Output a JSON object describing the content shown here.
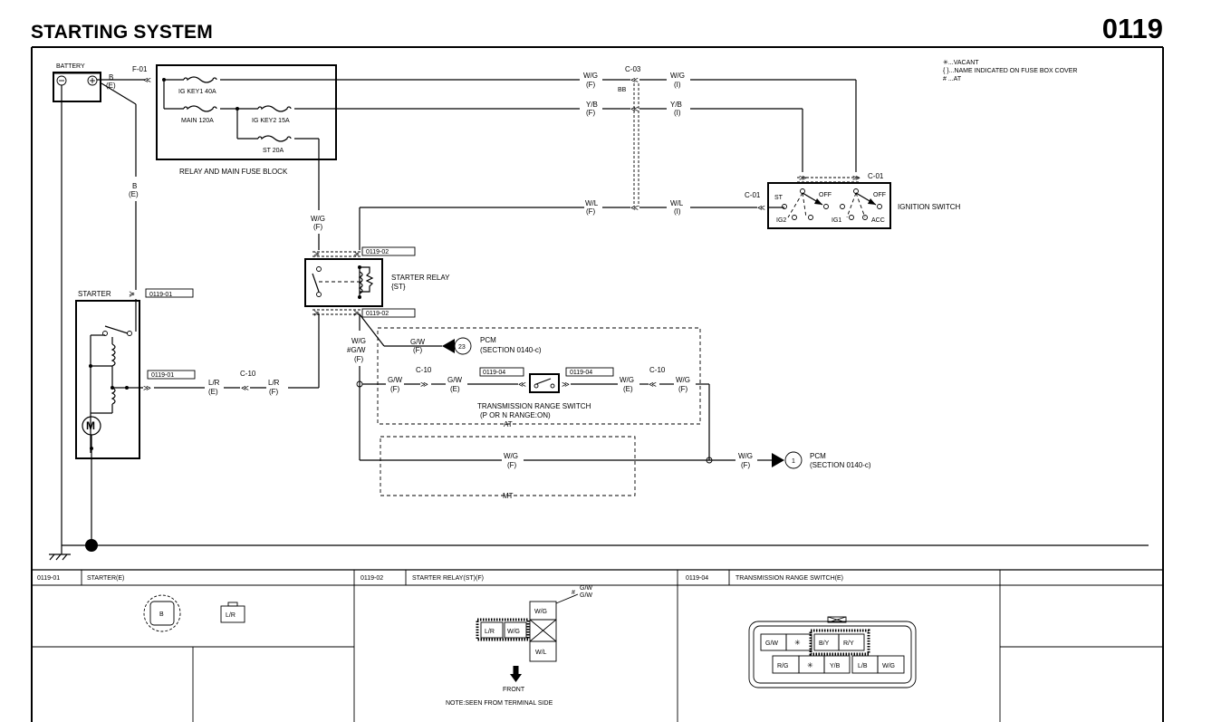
{
  "header": {
    "title": "STARTING SYSTEM",
    "page_number": "0119"
  },
  "legend": {
    "vacant": "✳...VACANT",
    "name": "{ }...NAME INDICATED ON FUSE BOX COVER",
    "at": "# ...AT"
  },
  "components": {
    "battery": "BATTERY",
    "fuse_block": "RELAY AND MAIN FUSE BLOCK",
    "starter": "STARTER",
    "starter_relay": "STARTER RELAY",
    "starter_relay_name": "{ST}",
    "ignition_switch": "IGNITION SWITCH",
    "trs": "TRANSMISSION RANGE SWITCH",
    "trs_note": "(P OR N RANGE:ON)",
    "pcm": "PCM",
    "pcm_section": "(SECTION 0140-c)",
    "pcm1_num": "1",
    "pcm23_num": "23",
    "motor": "M",
    "at_label": "AT",
    "mt_label": "MT"
  },
  "fuses": {
    "ig_key1": "IG KEY1 40A",
    "main": "MAIN 120A",
    "ig_key2": "IG KEY2 15A",
    "st": "ST 20A"
  },
  "ignition_positions": {
    "st": "ST",
    "off1": "OFF",
    "off2": "OFF",
    "ig2": "IG2",
    "ig1": "IG1",
    "acc": "ACC"
  },
  "connectors": {
    "f01": "F-01",
    "c03": "C-03",
    "c01": "C-01",
    "c01b": "C-01",
    "c10": "C-10",
    "c10b": "C-10",
    "c10c": "C-10",
    "bb": "BB",
    "r0119_01a": "0119-01",
    "r0119_01b": "0119-01",
    "r0119_02a": "0119-02",
    "r0119_02b": "0119-02",
    "r0119_04a": "0119-04",
    "r0119_04b": "0119-04"
  },
  "wires": {
    "b": "B",
    "e": "(E)",
    "f": "(F)",
    "i": "(I)",
    "wg": "W/G",
    "yb": "Y/B",
    "wl": "W/L",
    "gw": "G/W",
    "lr": "L/R",
    "hash_gw": "#G/W"
  },
  "bottom_panels": {
    "p1_ref": "0119-01",
    "p1_title": "STARTER(E)",
    "p1_b": "B",
    "p1_lr": "L/R",
    "p2_ref": "0119-02",
    "p2_title": "STARTER RELAY(ST)(F)",
    "p2_wg": "W/G",
    "p2_lr": "L/R",
    "p2_wg2": "W/G",
    "p2_wl": "W/L",
    "p2_note_hash": "#",
    "p2_note_gw1": "G/W",
    "p2_note_gw2": "G/W",
    "p2_front": "FRONT",
    "p2_note": "NOTE:SEEN FROM TERMINAL SIDE",
    "p3_ref": "0119-04",
    "p3_title": "TRANSMISSION RANGE SWITCH(E)",
    "p3_top": [
      "G/W",
      "✳",
      "B/Y",
      "R/Y"
    ],
    "p3_bottom": [
      "R/G",
      "✳",
      "Y/B",
      "L/B",
      "W/G"
    ]
  }
}
